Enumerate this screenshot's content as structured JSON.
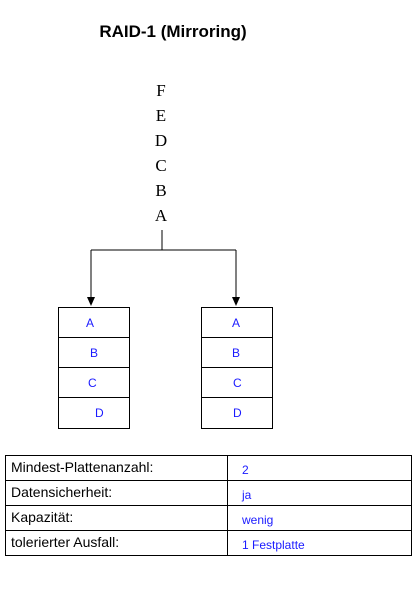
{
  "title": "RAID-1 (Mirroring)",
  "data_stack": [
    "F",
    "E",
    "D",
    "C",
    "B",
    "A"
  ],
  "disks": [
    {
      "blocks": [
        "A",
        "B",
        "C",
        "D"
      ]
    },
    {
      "blocks": [
        "A",
        "B",
        "C",
        "D"
      ]
    }
  ],
  "info_table": [
    {
      "label": "Mindest-Plattenanzahl:",
      "value": "2"
    },
    {
      "label": "Datensicherheit:",
      "value": "ja"
    },
    {
      "label": "Kapazität:",
      "value": "wenig"
    },
    {
      "label": "tolerierter Ausfall:",
      "value": "1 Festplatte"
    }
  ],
  "colors": {
    "text": "#000000",
    "accent_blue": "#1a1aff",
    "lines": "#000000"
  }
}
